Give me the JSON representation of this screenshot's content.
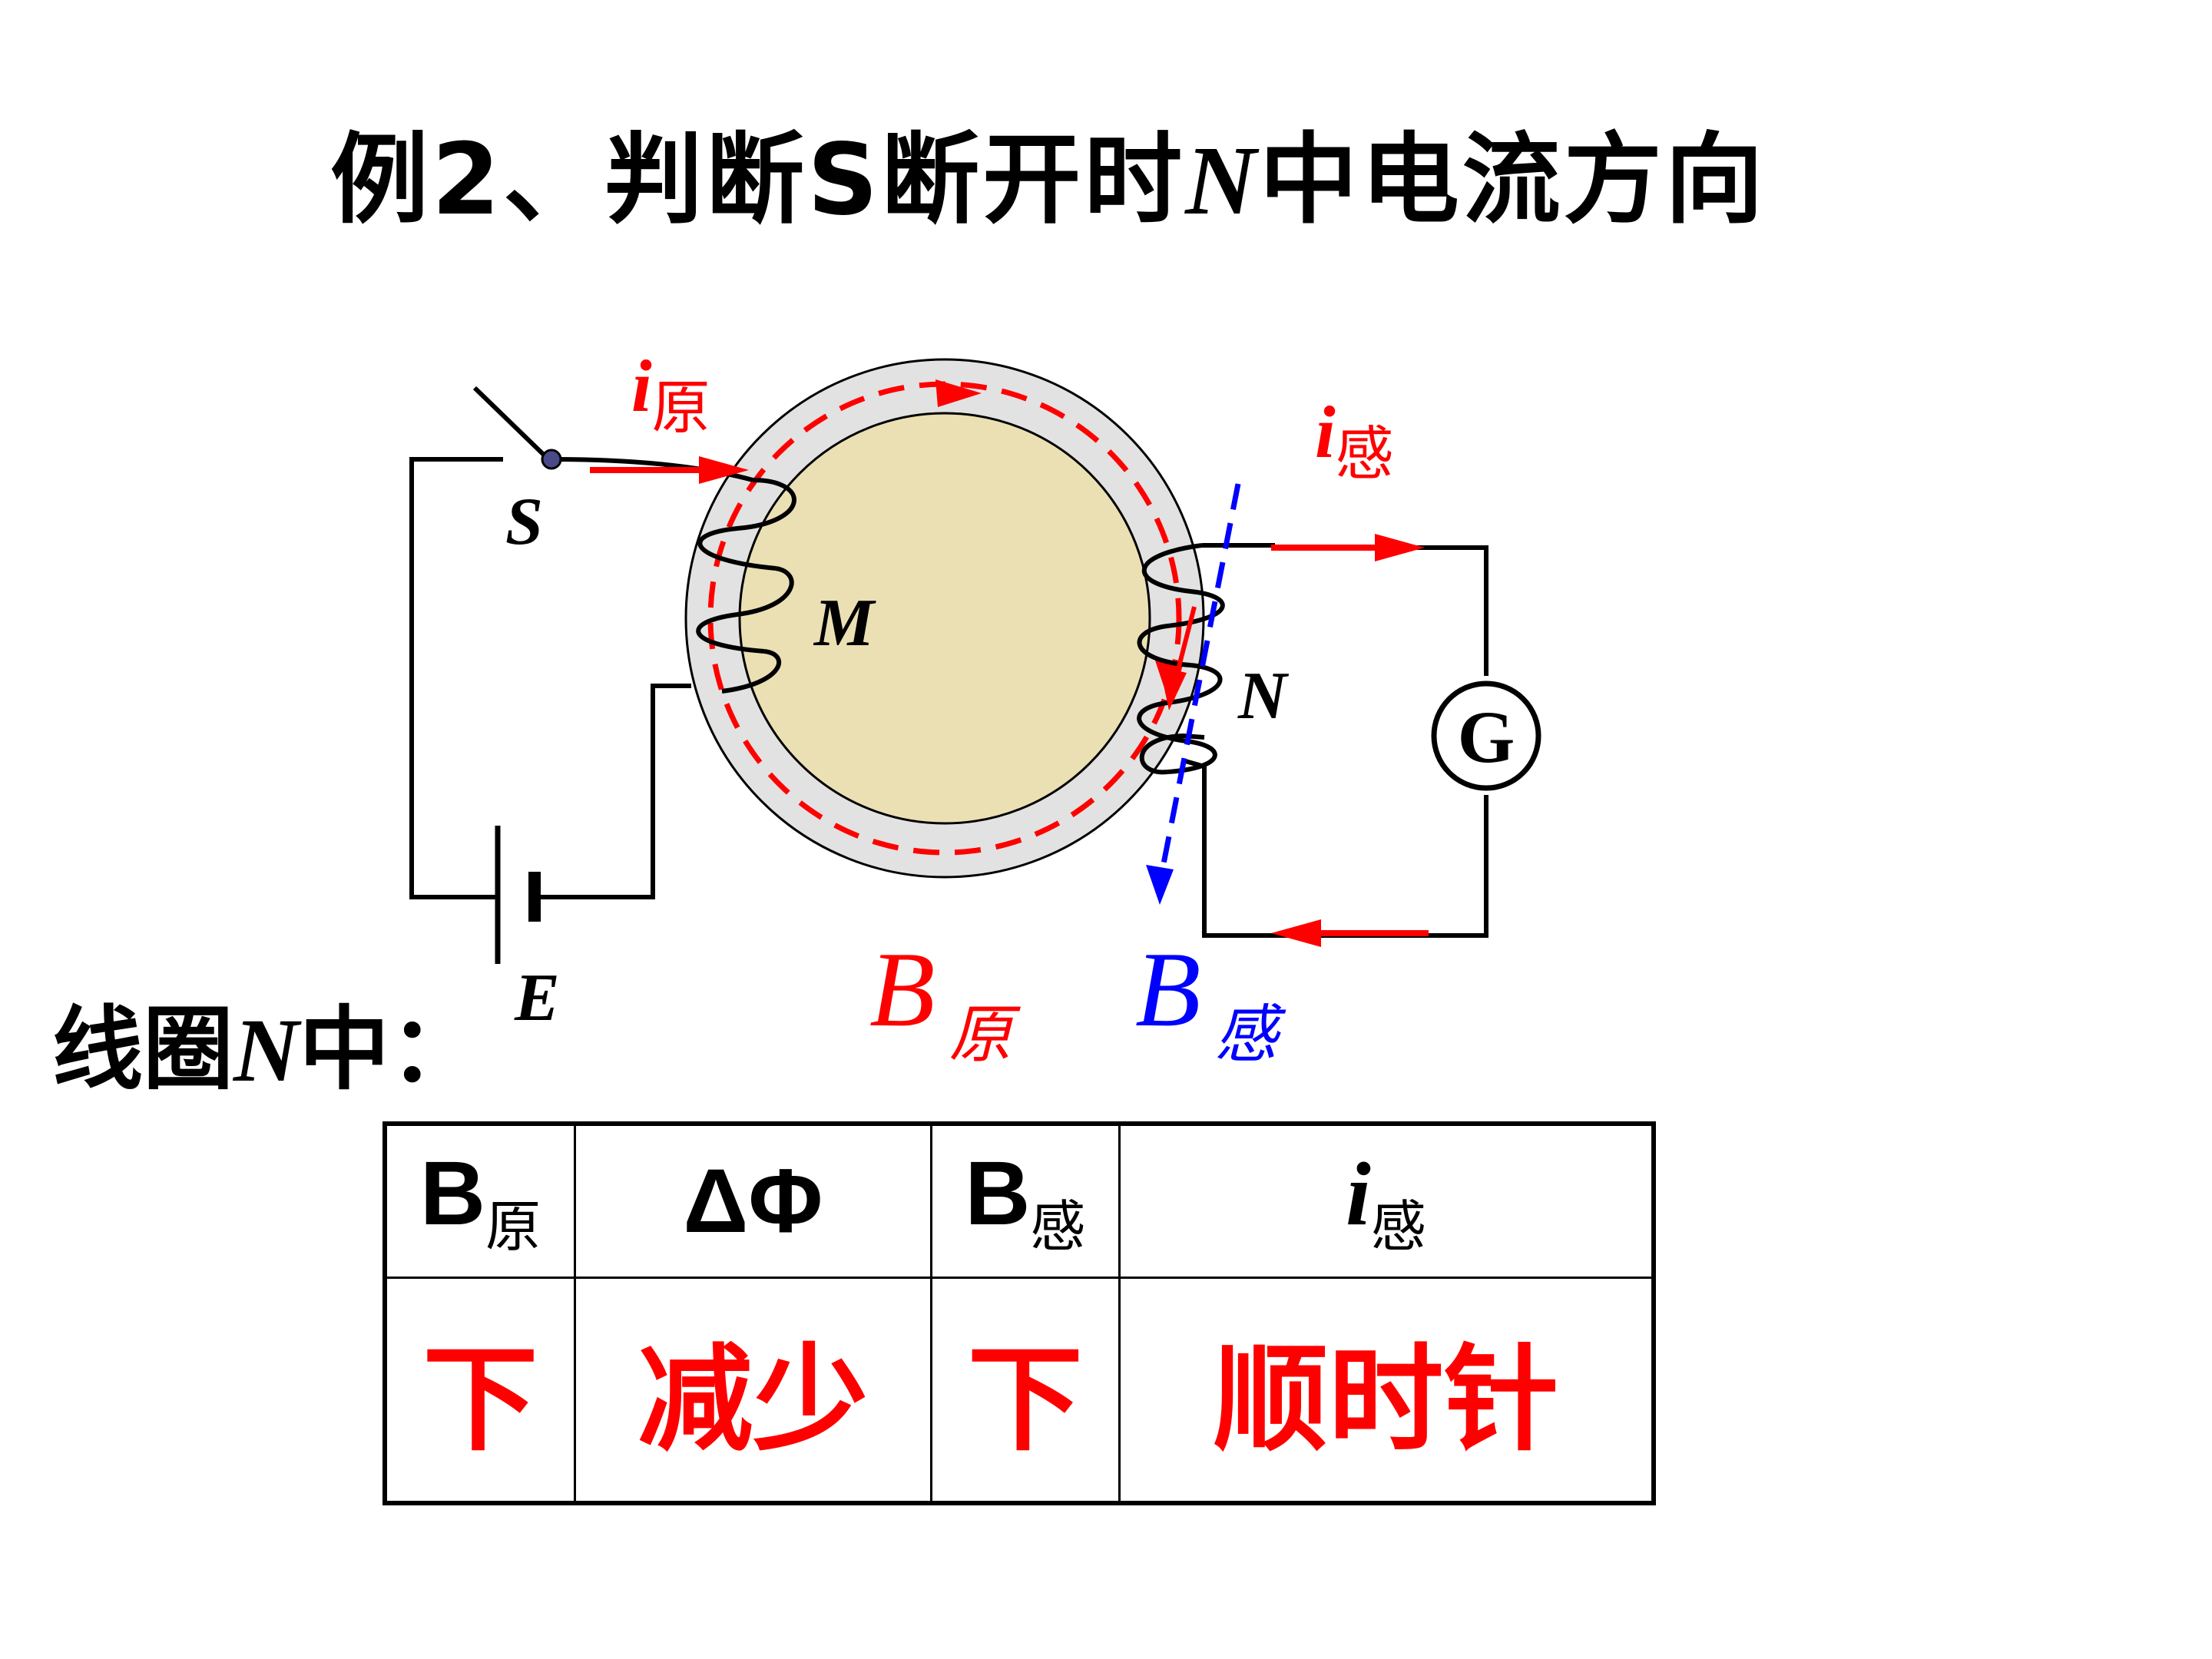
{
  "title": {
    "prefix": "例2、判断S断开时",
    "symbol": "N",
    "suffix": "中电流方向"
  },
  "labels": {
    "switch": "S",
    "coil_m": "M",
    "coil_n": "N",
    "battery": "E",
    "galvanometer": "G",
    "i_symbol": "i",
    "yuan": "原",
    "gan": "感",
    "b_symbol": "B"
  },
  "caption": {
    "prefix": "线圈",
    "symbol": "N",
    "suffix": "中："
  },
  "table": {
    "headers": [
      {
        "main": "B",
        "sub": "原"
      },
      {
        "main": "ΔΦ",
        "sub": ""
      },
      {
        "main": "B",
        "sub": "感"
      },
      {
        "main": "i",
        "sub": "感"
      }
    ],
    "row": [
      "下",
      "减少",
      "下",
      "顺时针"
    ]
  },
  "colors": {
    "original": "#ff0000",
    "induced": "#0000ff",
    "core": "#ebe0b4",
    "ring": "#e2e2e2",
    "wire": "#000000"
  }
}
